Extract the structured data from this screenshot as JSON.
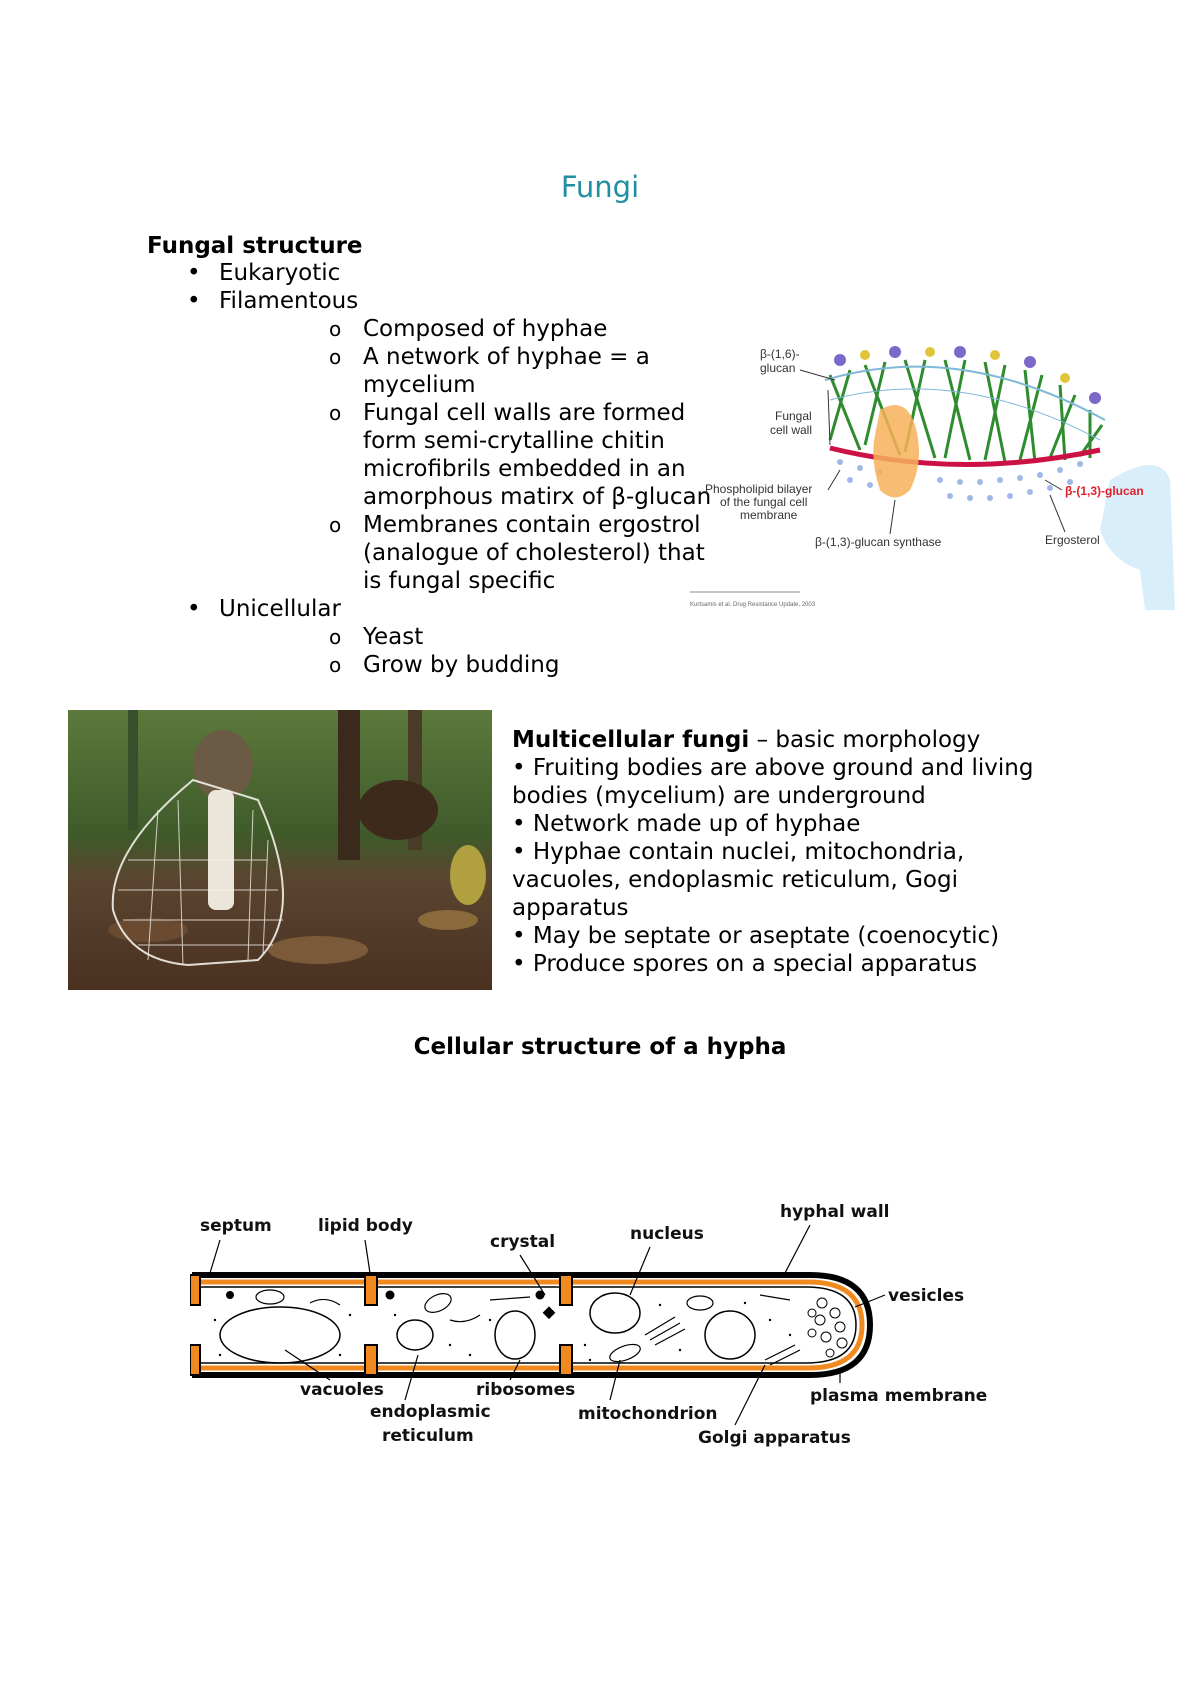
{
  "title": "Fungi",
  "fungal_structure": {
    "heading": "Fungal structure",
    "items": [
      {
        "text": "Eukaryotic",
        "sub": []
      },
      {
        "text": "Filamentous",
        "sub": [
          "Composed of hyphae",
          "A network of hyphae = a mycelium",
          "Fungal cell walls are formed form semi-crytalline chitin microfibrils embedded in an amorphous matirx of β-glucan",
          "Membranes contain ergostrol (analogue of cholesterol) that is fungal specific"
        ]
      },
      {
        "text": "Unicellular",
        "sub": [
          "Yeast",
          "Grow by budding"
        ]
      }
    ]
  },
  "wall_diagram": {
    "labels": {
      "b16": "β-(1,6)-",
      "b16b": "glucan",
      "wall1": "Fungal",
      "wall2": "cell wall",
      "pl1": "Phospholipid bilayer",
      "pl2": "of the fungal cell",
      "pl3": "membrane",
      "b13": "β-(1,3)-glucan",
      "synthase": "β-(1,3)-glucan synthase",
      "ergosterol": "Ergosterol",
      "citation": "Kurtsamis et al. Drug Resistance Update, 2003"
    },
    "colors": {
      "chitin": "#2e8b2e",
      "membrane": "#cc1144",
      "glucan13": "#e0202a"
    }
  },
  "multicellular": {
    "heading_bold": "Multicellular fungi",
    "heading_rest": " – basic morphology",
    "bullets": [
      "• Fruiting bodies are above ground and living bodies (mycelium) are underground",
      "• Network made up of hyphae",
      "• Hyphae contain nuclei, mitochondria, vacuoles, endoplasmic reticulum, Gogi apparatus",
      "• May be septate or aseptate (coenocytic)",
      "• Produce spores on a special apparatus"
    ]
  },
  "hypha_section": {
    "heading": "Cellular structure of a hypha",
    "labels": {
      "septum": "septum",
      "lipid_body": "lipid body",
      "crystal": "crystal",
      "nucleus": "nucleus",
      "hyphal_wall": "hyphal wall",
      "vesicles": "vesicles",
      "vacuoles": "vacuoles",
      "er1": "endoplasmic",
      "er2": "reticulum",
      "ribosomes": "ribosomes",
      "mitochondrion": "mitochondrion",
      "golgi": "Golgi apparatus",
      "plasma_membrane": "plasma membrane"
    },
    "colors": {
      "membrane": "#f08a1e"
    }
  }
}
